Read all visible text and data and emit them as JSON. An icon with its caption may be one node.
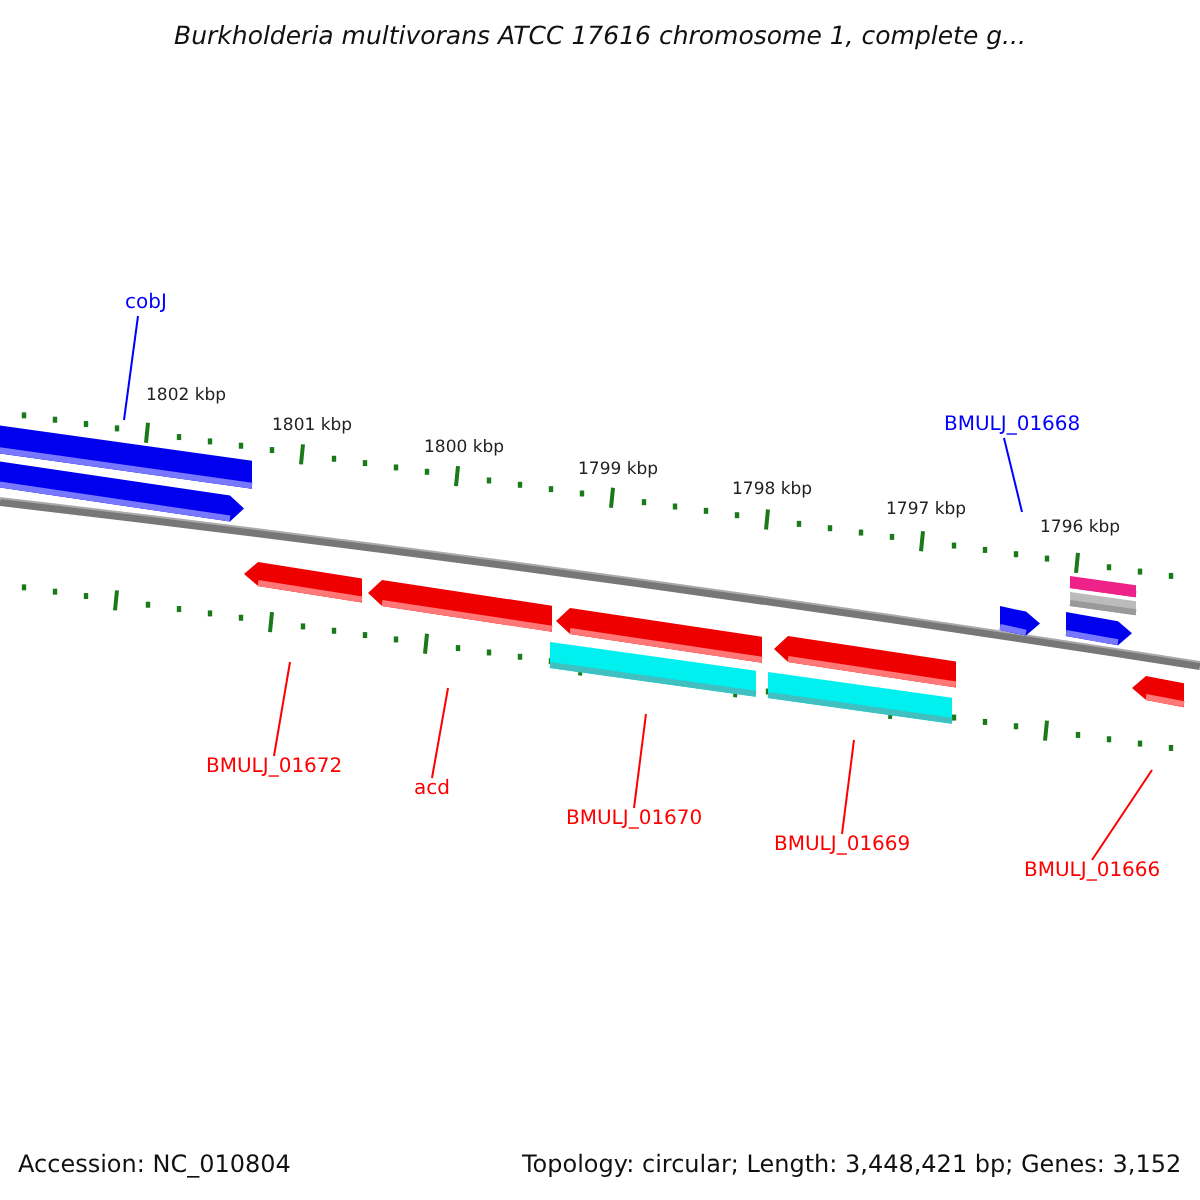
{
  "diagram": {
    "title": "Burkholderia multivorans ATCC 17616 chromosome 1, complete g...",
    "nodes": [
      {
        "text": [
          "cobJ"
        ]
      },
      {
        "text": [
          "BMULJ_01668"
        ]
      },
      {
        "text": [
          "BMULJ_01672"
        ]
      },
      {
        "text": [
          "acd"
        ]
      },
      {
        "text": [
          "BMULJ_01670"
        ]
      },
      {
        "text": [
          "BMULJ_01669"
        ]
      },
      {
        "text": [
          "BMULJ_01666"
        ]
      }
    ],
    "edges": [
      {
        "from": 0,
        "to": null,
        "arrow": "none",
        "color": "#0000ff"
      },
      {
        "from": 1,
        "to": null,
        "arrow": "none",
        "color": "#0000ff"
      },
      {
        "from": 2,
        "to": null,
        "arrow": "none"
      },
      {
        "from": 3,
        "to": null,
        "arrow": "none"
      },
      {
        "from": 4,
        "to": null,
        "arrow": "none"
      },
      {
        "from": 5,
        "to": null,
        "arrow": "none"
      },
      {
        "from": 6,
        "to": null,
        "arrow": "none"
      }
    ],
    "labels": [
      "1802 kbp",
      "1801 kbp",
      "1800 kbp",
      "1799 kbp",
      "1798 kbp",
      "1797 kbp",
      "1796 kbp",
      "Accession: NC_010804",
      "Topology: circular; Length: 3,448,421 bp; Genes: 3,152"
    ]
  }
}
